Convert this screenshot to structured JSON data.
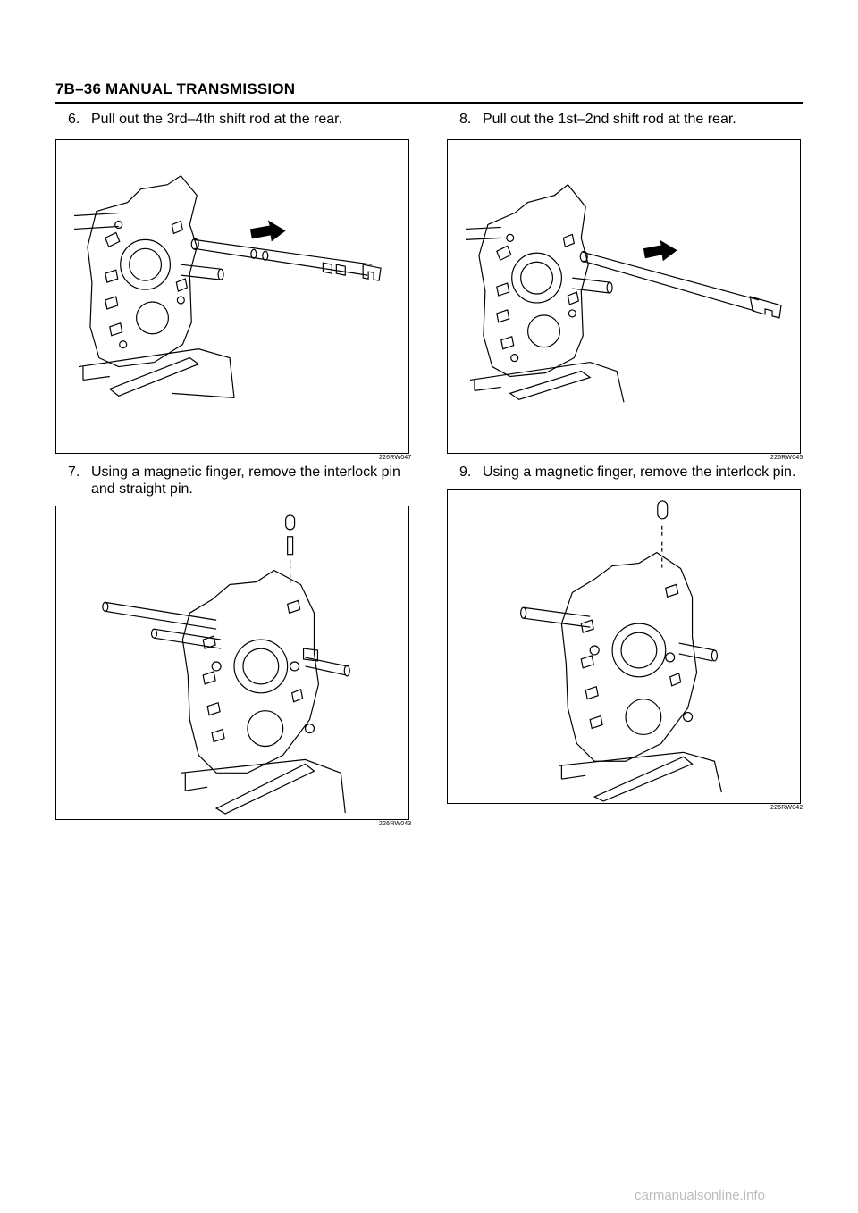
{
  "header": {
    "title": "7B–36  MANUAL TRANSMISSION"
  },
  "steps": [
    {
      "number": "6.",
      "text": "Pull out the 3rd–4th shift rod at the rear.",
      "figure_id": "226RW047"
    },
    {
      "number": "7.",
      "text": "Using a magnetic finger, remove the interlock pin",
      "text2": "and straight pin.",
      "figure_id": "226RW043"
    },
    {
      "number": "8.",
      "text": "Pull out the 1st–2nd shift rod at the rear.",
      "figure_id": "226RW045"
    },
    {
      "number": "9.",
      "text": "Using a magnetic finger, remove the interlock pin.",
      "figure_id": "226RW042"
    }
  ],
  "watermark": "carmanualsonline.info"
}
